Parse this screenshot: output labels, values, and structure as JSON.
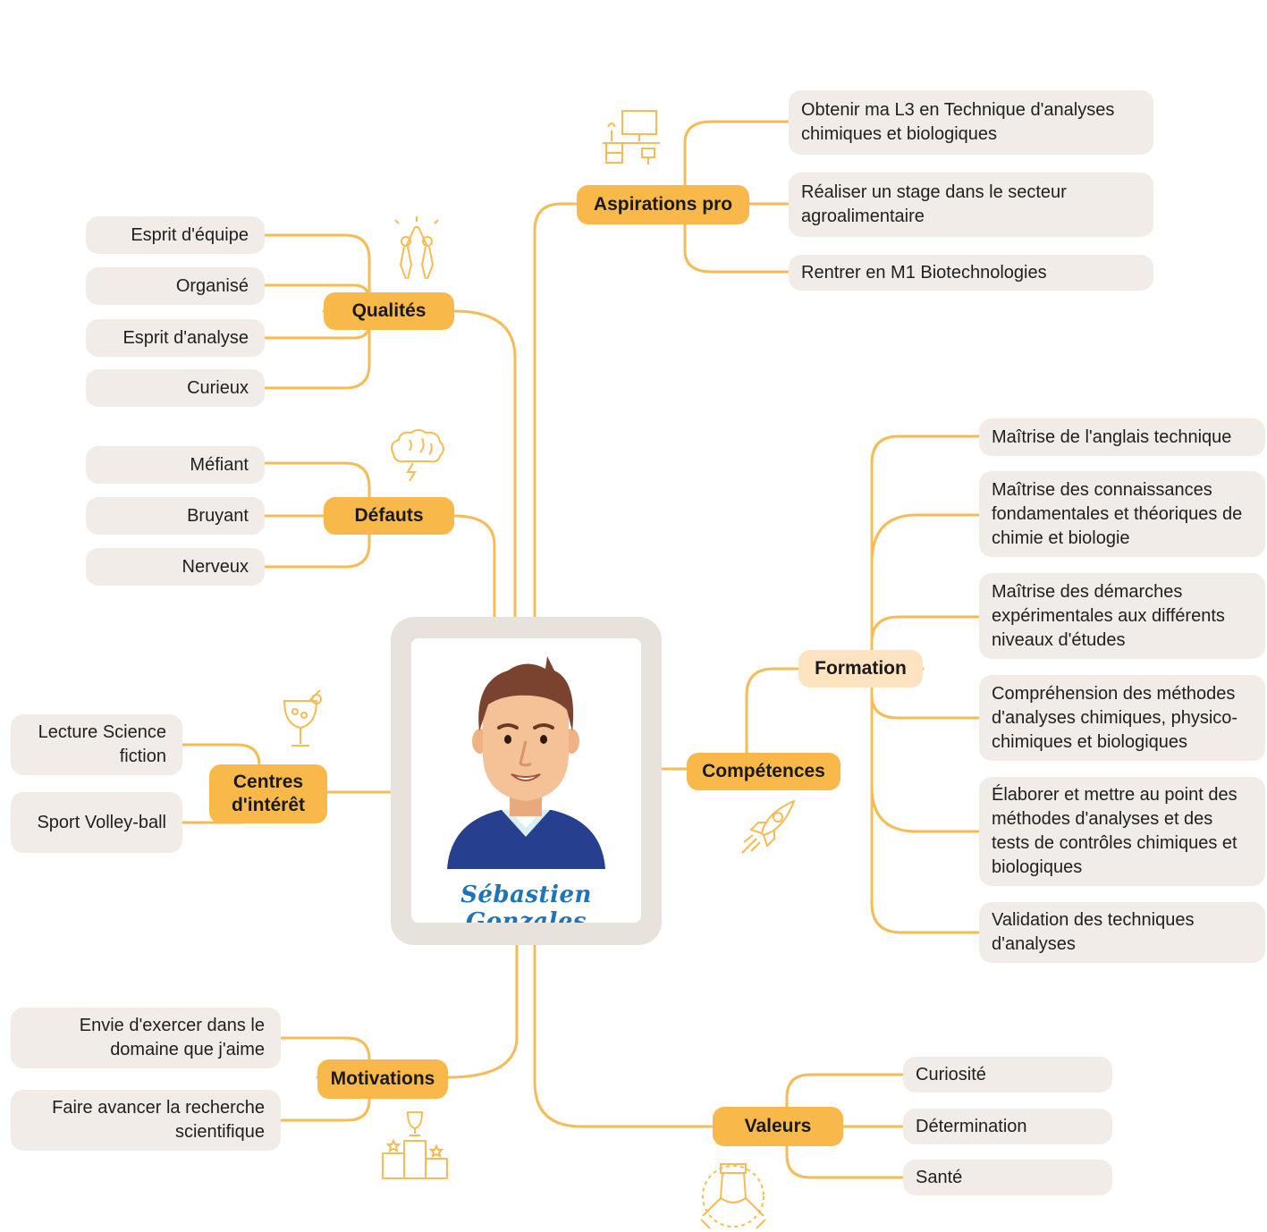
{
  "person": {
    "name": "Sébastien Gonzales"
  },
  "colors": {
    "accent": "#f9b94a",
    "accent_light": "#fde3c0",
    "leaf_bg": "#f1ece7",
    "line": "#f7bb55",
    "name_color": "#1f73b7"
  },
  "branches": {
    "aspirations": {
      "label": "Aspirations pro",
      "icon": "desk-workspace-icon",
      "items": [
        "Obtenir ma L3 en Technique d'analyses chimiques et biologiques",
        "Réaliser un stage dans le secteur agroalimentaire",
        "Rentrer en M1 Biotechnologies"
      ]
    },
    "qualites": {
      "label": "Qualités",
      "icon": "high-five-icon",
      "items": [
        "Esprit d'équipe",
        "Organisé",
        "Esprit d'analyse",
        "Curieux"
      ]
    },
    "defauts": {
      "label": "Défauts",
      "icon": "storm-brain-icon",
      "items": [
        "Méfiant",
        "Bruyant",
        "Nerveux"
      ]
    },
    "interets": {
      "label": "Centres d'intérêt",
      "icon": "cocktail-icon",
      "items": [
        "Lecture Science fiction",
        "Sport Volley-ball"
      ]
    },
    "competences": {
      "label": "Compétences",
      "icon": "rocket-icon",
      "sub_label": "Formation",
      "items": [
        "Maîtrise de l'anglais technique",
        "Maîtrise des connaissances fondamentales et théoriques de chimie et biologie",
        "Maîtrise des démarches expérimentales aux différents niveaux d'études",
        "Compréhension des méthodes d'analyses chimiques, physico-chimiques et biologiques",
        "Élaborer et mettre au point des méthodes d'analyses et des tests de contrôles chimiques et biologiques",
        "Validation des techniques d'analyses"
      ]
    },
    "motivations": {
      "label": "Motivations",
      "icon": "podium-trophy-icon",
      "items": [
        "Envie d'exercer dans le domaine que j'aime",
        "Faire avancer la recherche scientifique"
      ]
    },
    "valeurs": {
      "label": "Valeurs",
      "icon": "team-hands-icon",
      "items": [
        "Curiosité",
        "Détermination",
        "Santé"
      ]
    }
  }
}
